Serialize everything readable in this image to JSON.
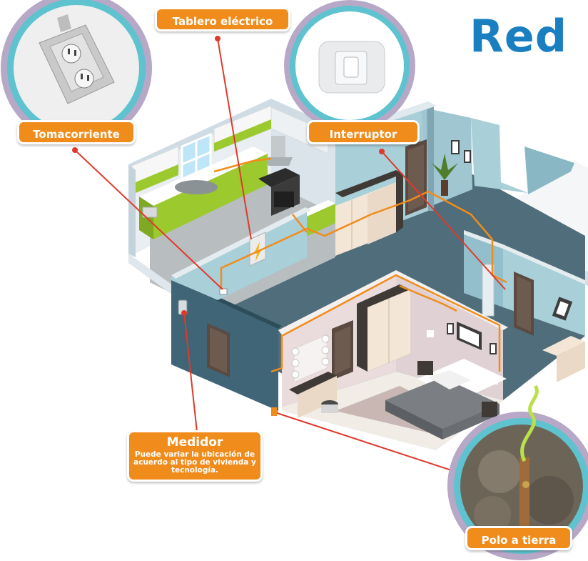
{
  "title": "Red",
  "labels": {
    "tablero": "Tablero eléctrico",
    "tomacorriente": "Tomacorriente",
    "interruptor": "Interruptor",
    "medidor": "Medidor",
    "medidor_note": "Puede variar la ubicación de acuerdo al tipo de vivienda y tecnología.",
    "polo": "Polo a tierra"
  },
  "colors": {
    "accent": "#f08c1c",
    "title": "#1a7fc1",
    "callout_line": "#e0392b",
    "ring_inner": "#5ec3cf",
    "ring_outer": "#b6a8c6",
    "wall_dark": "#3f6577",
    "wall_light": "#a9cfd9",
    "floor": "#4f6d7a",
    "kitchen_green": "#9cc92e"
  },
  "icons": [
    "outlet-photo",
    "switch-photo",
    "ground-rod-photo",
    "breaker-panel-icon",
    "meter-icon"
  ]
}
